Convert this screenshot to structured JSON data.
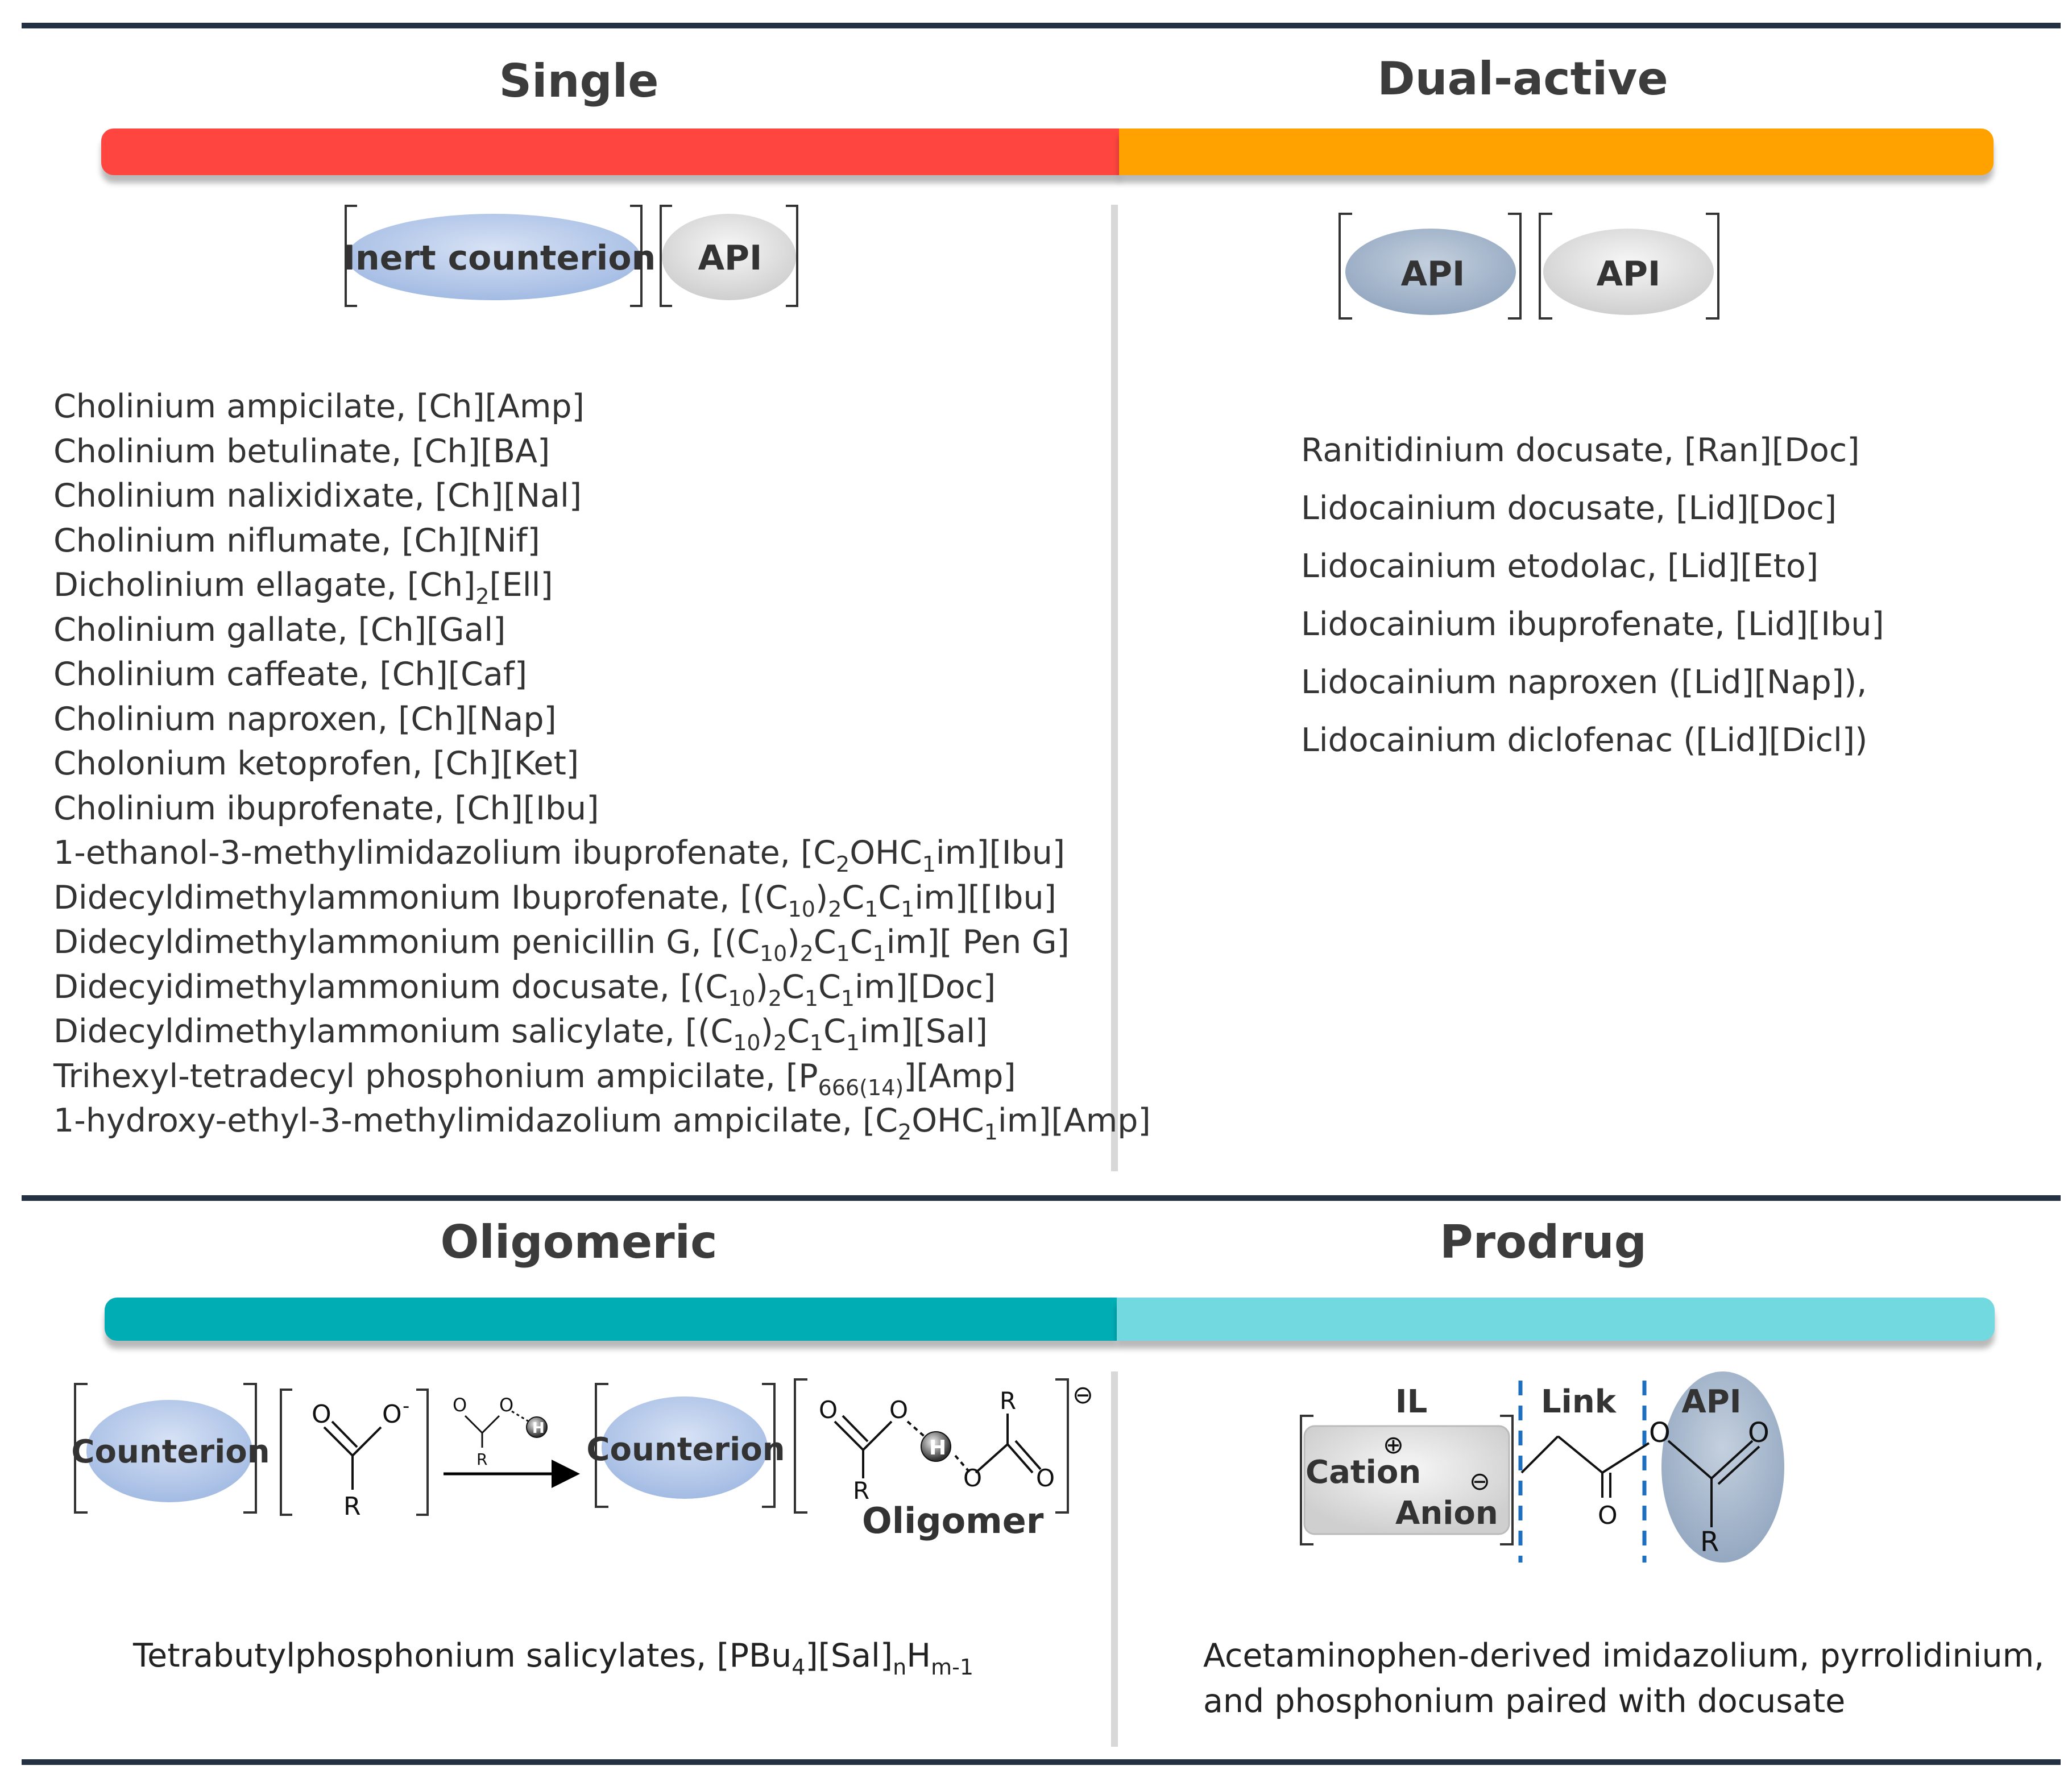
{
  "colors": {
    "rule": "#233142",
    "single_bar": "#ff4540",
    "dual_bar": "#ffa200",
    "oligomeric_bar": "#00adb5",
    "prodrug_bar": "#72d9e0",
    "ellipse_blue": "#a9c0e6",
    "ellipse_gray": "#d9d9d9",
    "ellipse_slate": "#9fb1c8",
    "dashed_link": "#1f6fc0"
  },
  "single": {
    "title": "Single",
    "ion_left": "Inert counterion",
    "ion_right": "API",
    "items": [
      {
        "text": "Cholinium ampicilate, [Ch][Amp]"
      },
      {
        "text": "Cholinium betulinate, [Ch][BA]"
      },
      {
        "text": "Cholinium nalixidixate, [Ch][Nal]"
      },
      {
        "text": "Cholinium niflumate, [Ch][Nif]"
      },
      {
        "text": "Dicholinium ellagate, [Ch]",
        "sub1": "2",
        "after1": "[Ell]"
      },
      {
        "text": "Cholinium gallate, [Ch][Gal]"
      },
      {
        "text": "Cholinium caffeate, [Ch][Caf]"
      },
      {
        "text": "Cholinium naproxen, [Ch][Nap]"
      },
      {
        "text": "Cholonium ketoprofen, [Ch][Ket]"
      },
      {
        "text": "Cholinium ibuprofenate, [Ch][Ibu]"
      },
      {
        "text": "1-ethanol-3-methylimidazolium ibuprofenate, [C",
        "sub1": "2",
        "after1": "OHC",
        "sub2": "1",
        "after2": "im][Ibu]"
      },
      {
        "text": "Didecyldimethylammonium Ibuprofenate, [(C",
        "sub1": "10",
        "after1": ")",
        "sub2": "2",
        "after2": "C",
        "sub3": "1",
        "after3": "C",
        "sub4": "1",
        "after4": "im][[Ibu]"
      },
      {
        "text": "Didecyldimethylammonium penicillin G, [(C",
        "sub1": "10",
        "after1": ")",
        "sub2": "2",
        "after2": "C",
        "sub3": "1",
        "after3": "C",
        "sub4": "1",
        "after4": "im][ Pen G]"
      },
      {
        "text": "Didecyidimethylammonium docusate, [(C",
        "sub1": "10",
        "after1": ")",
        "sub2": "2",
        "after2": "C",
        "sub3": "1",
        "after3": "C",
        "sub4": "1",
        "after4": "im][Doc]"
      },
      {
        "text": "Didecyldimethylammonium salicylate, [(C",
        "sub1": "10",
        "after1": ")",
        "sub2": "2",
        "after2": "C",
        "sub3": "1",
        "after3": "C",
        "sub4": "1",
        "after4": "im][Sal]"
      },
      {
        "text": "Trihexyl-tetradecyl phosphonium ampicilate, [P",
        "sub1": "666(14)",
        "after1": "][Amp]"
      },
      {
        "text": "1-hydroxy-ethyl-3-methylimidazolium ampicilate, [C",
        "sub1": "2",
        "after1": "OHC",
        "sub2": "1",
        "after2": "im][Amp]"
      }
    ]
  },
  "dual": {
    "title": "Dual-active",
    "ion_left": "API",
    "ion_right": "API",
    "items": [
      "Ranitidinium docusate, [Ran][Doc]",
      "Lidocainium docusate, [Lid][Doc]",
      "Lidocainium etodolac, [Lid][Eto]",
      "Lidocainium ibuprofenate, [Lid][Ibu]",
      "Lidocainium naproxen ([Lid][Nap]),",
      "Lidocainium diclofenac ([Lid][Dicl])"
    ]
  },
  "oligomeric": {
    "title": "Oligomeric",
    "counterion_1": "Counterion",
    "counterion_2": "Counterion",
    "oligomer_label": "Oligomer",
    "anion_O": "O",
    "anion_Ominus": "O",
    "minus_sup": "-",
    "R": "R",
    "H": "H",
    "charge": "⊖",
    "example_main": "Tetrabutylphosphonium salicylates, [PBu",
    "example_sub1": "4",
    "example_mid": "][Sal]",
    "example_sub2": "n",
    "example_mid2": "H",
    "example_sub3": "m-1"
  },
  "prodrug": {
    "title": "Prodrug",
    "il_label": "IL",
    "link_label": "Link",
    "api_label": "API",
    "cation": "Cation",
    "anion": "Anion",
    "plus": "⊕",
    "minus": "⊖",
    "O": "O",
    "R": "R",
    "example_line1": "Acetaminophen-derived imidazolium, pyrrolidinium,",
    "example_line2": "and phosphonium paired with docusate"
  }
}
